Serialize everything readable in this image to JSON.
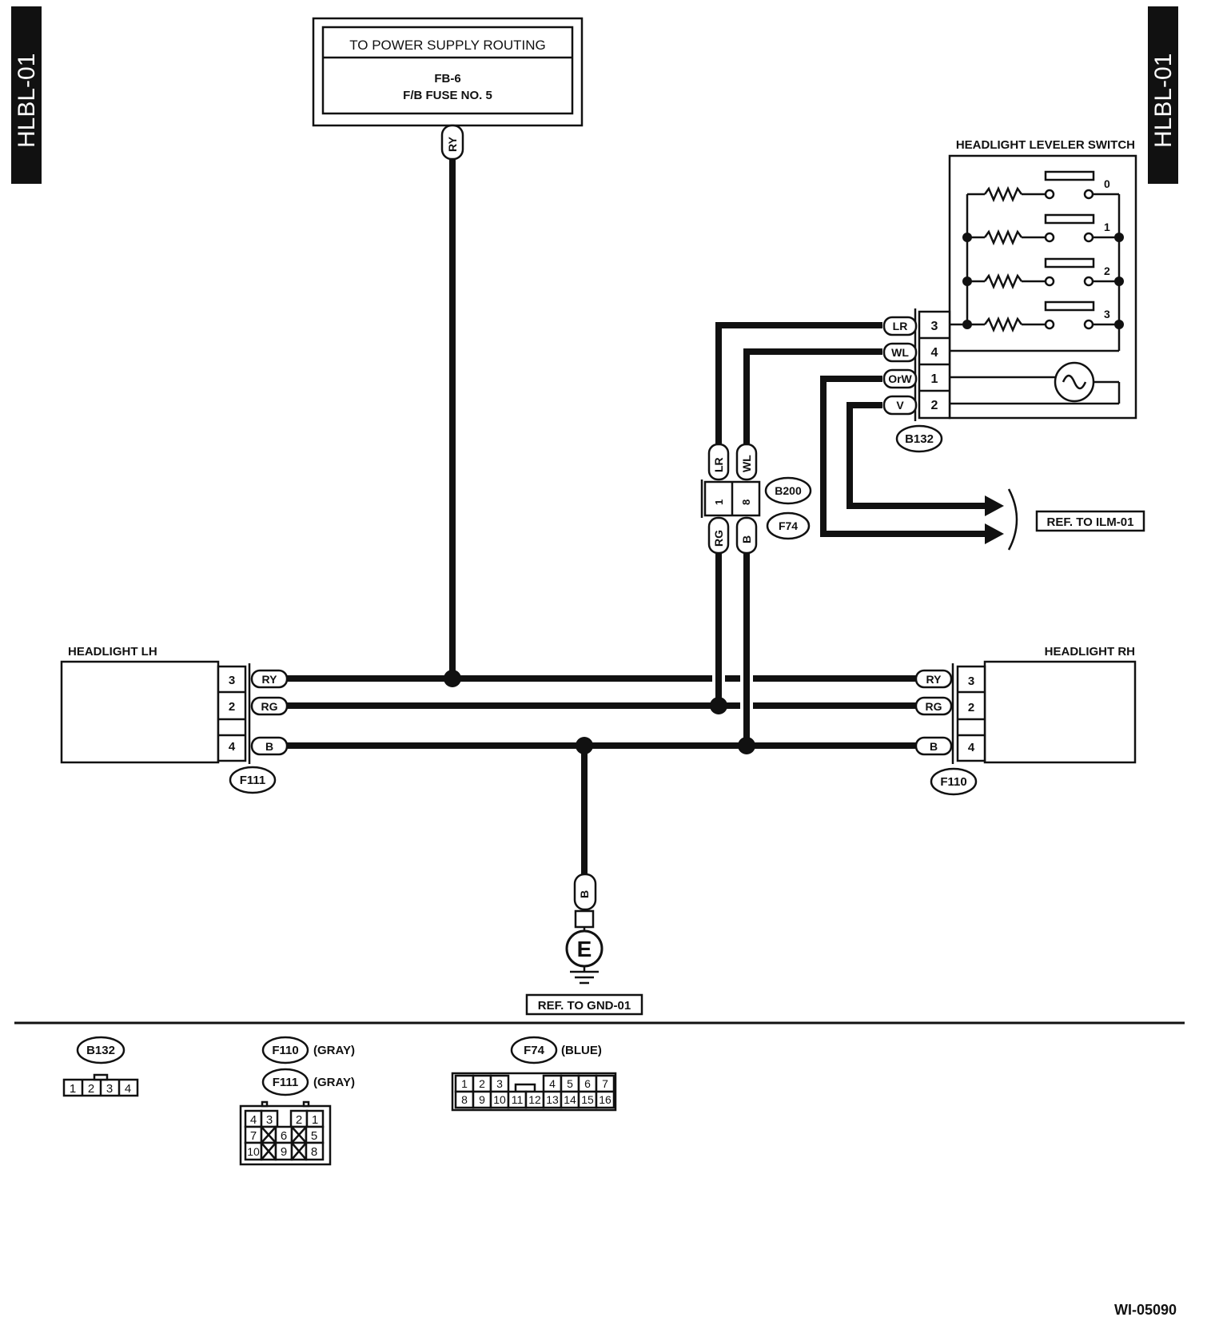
{
  "page": {
    "tab_label": "HLBL-01",
    "figure_id": "WI-05090"
  },
  "power_box": {
    "title": "TO POWER SUPPLY ROUTING",
    "line1": "FB-6",
    "line2": "F/B FUSE NO. 5"
  },
  "switch": {
    "title": "HEADLIGHT LEVELER SWITCH",
    "positions": [
      "0",
      "1",
      "2",
      "3"
    ],
    "connector": "B132",
    "pins": [
      {
        "wire": "LR",
        "pin": "3"
      },
      {
        "wire": "WL",
        "pin": "4"
      },
      {
        "wire": "OrW",
        "pin": "1"
      },
      {
        "wire": "V",
        "pin": "2"
      }
    ]
  },
  "joint": {
    "upper_connector": "B200",
    "lower_connector": "F74",
    "upper_wires": [
      "LR",
      "WL"
    ],
    "pins": [
      "1",
      "8"
    ],
    "lower_wires": [
      "RG",
      "B"
    ]
  },
  "power_wire": "RY",
  "ref_ilm": "REF. TO ILM-01",
  "headlight_lh": {
    "title": "HEADLIGHT LH",
    "connector": "F111",
    "pins": [
      {
        "pin": "3",
        "wire": "RY"
      },
      {
        "pin": "2",
        "wire": "RG"
      },
      {
        "pin": "4",
        "wire": "B"
      }
    ]
  },
  "headlight_rh": {
    "title": "HEADLIGHT RH",
    "connector": "F110",
    "pins": [
      {
        "wire": "RY",
        "pin": "3"
      },
      {
        "wire": "RG",
        "pin": "2"
      },
      {
        "wire": "B",
        "pin": "4"
      }
    ]
  },
  "ground": {
    "wire": "B",
    "symbol": "E",
    "ref": "REF. TO GND-01"
  },
  "legend": {
    "b132": {
      "label": "B132",
      "pins": [
        "1",
        "2",
        "3",
        "4"
      ]
    },
    "f110": {
      "label": "F110",
      "color": "(GRAY)"
    },
    "f111": {
      "label": "F111",
      "color": "(GRAY)",
      "row1": [
        "4",
        "3",
        "2",
        "1"
      ],
      "row2": [
        "7",
        "6",
        "5"
      ],
      "row3": [
        "10",
        "9",
        "8"
      ]
    },
    "f74": {
      "label": "F74",
      "color": "(BLUE)",
      "row1a": [
        "1",
        "2",
        "3"
      ],
      "row1b": [
        "4",
        "5",
        "6",
        "7"
      ],
      "row2": [
        "8",
        "9",
        "10",
        "11",
        "12",
        "13",
        "14",
        "15",
        "16"
      ]
    }
  }
}
